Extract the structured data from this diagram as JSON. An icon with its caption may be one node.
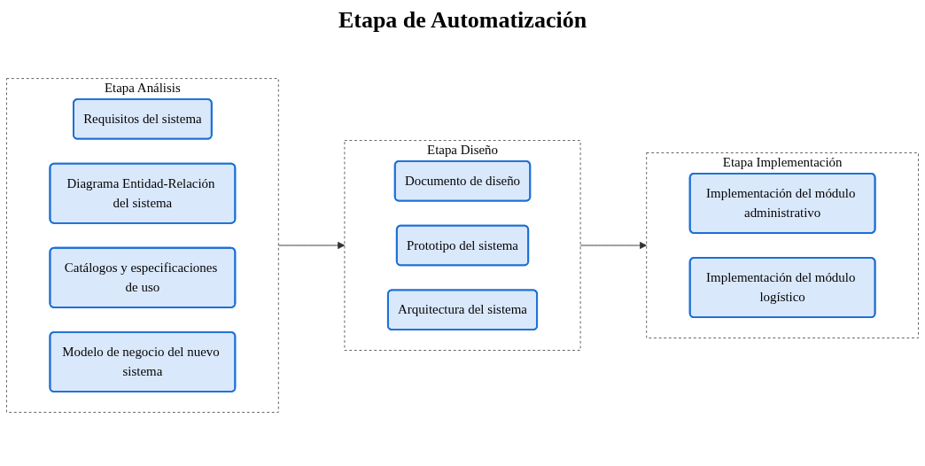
{
  "diagram": {
    "title": "Etapa de Automatización",
    "nodes": [
      {
        "text": [
          "Etapa Análisis"
        ]
      },
      {
        "text": [
          "Requisitos del sistema"
        ],
        "in": 0
      },
      {
        "text": [
          "Diagrama Entidad-Relación del sistema"
        ],
        "in": 0
      },
      {
        "text": [
          "Catálogos y especificaciones de uso"
        ],
        "in": 0
      },
      {
        "text": [
          "Modelo de negocio del nuevo sistema"
        ],
        "in": 0
      },
      {
        "text": [
          "Etapa Diseño"
        ]
      },
      {
        "text": [
          "Documento de diseño"
        ],
        "in": 5
      },
      {
        "text": [
          "Prototipo del sistema"
        ],
        "in": 5
      },
      {
        "text": [
          "Arquitectura del sistema"
        ],
        "in": 5
      },
      {
        "text": [
          "Etapa Implementación"
        ]
      },
      {
        "text": [
          "Implementación del módulo administrativo"
        ],
        "in": 9
      },
      {
        "text": [
          "Implementación del módulo logístico"
        ],
        "in": 9
      }
    ],
    "edges": [
      {
        "from": 0,
        "to": 5,
        "arrow": "to"
      },
      {
        "from": 5,
        "to": 9,
        "arrow": "to"
      }
    ]
  }
}
